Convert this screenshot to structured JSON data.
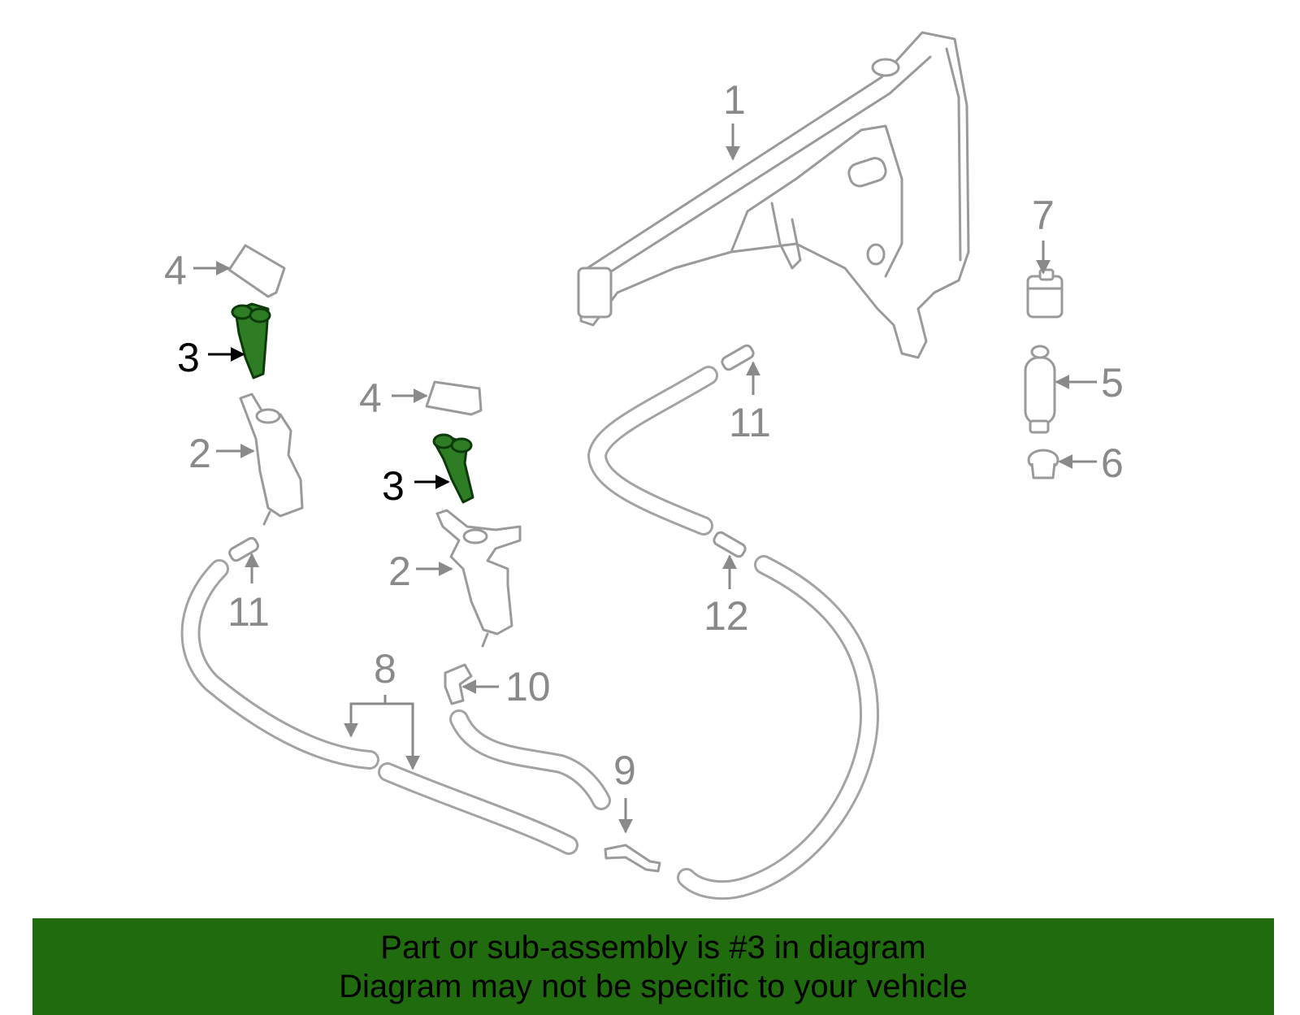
{
  "callouts": {
    "c1": "1",
    "c2a": "2",
    "c2b": "2",
    "c3a": "3",
    "c3b": "3",
    "c4a": "4",
    "c4b": "4",
    "c5": "5",
    "c6": "6",
    "c7": "7",
    "c8": "8",
    "c9": "9",
    "c10": "10",
    "c11a": "11",
    "c11b": "11",
    "c12": "12"
  },
  "banner": {
    "line1": "Part or sub-assembly is #3 in diagram",
    "line2": "Diagram may not be specific to your vehicle"
  },
  "colors": {
    "highlight_part": "#2e7d24",
    "banner_bg": "#1f6b0d",
    "line_gray": "#9a9a9a"
  }
}
